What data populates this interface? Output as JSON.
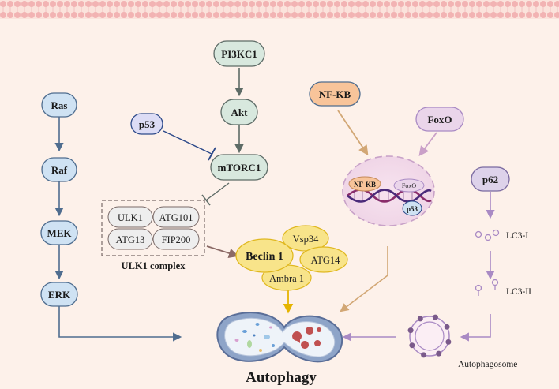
{
  "nodes": {
    "ras": "Ras",
    "raf": "Raf",
    "mek": "MEK",
    "erk": "ERK",
    "pi3kc1": "PI3KC1",
    "akt": "Akt",
    "p53": "p53",
    "mtorc1": "mTORC1",
    "nfkb": "NF-KB",
    "foxo": "FoxO",
    "p62": "p62"
  },
  "ulk1_complex": {
    "items": [
      "ULK1",
      "ATG101",
      "ATG13",
      "FIP200"
    ],
    "label": "ULK1 complex"
  },
  "beclin_complex": {
    "beclin": "Beclin 1",
    "vsp34": "Vsp34",
    "atg14": "ATG14",
    "ambra": "Ambra 1"
  },
  "nucleus": {
    "nfkb": "NF-KB",
    "foxo": "FoxO",
    "p53": "p53"
  },
  "lc3": {
    "lc3_1": "LC3-I",
    "lc3_2": "LC3-II"
  },
  "autophagosome_label": "Autophagosome",
  "autophagy_label": "Autophagy",
  "colors": {
    "background": "#fdf1ea",
    "membrane": "#f2b3b3",
    "blue_node": "#cfe2f3",
    "green_node": "#d8e8de",
    "orange_node": "#f8c49a",
    "pink_node": "#ead5ea",
    "yellow_node": "#f8e48a",
    "purple_arrow": "#a98ac4",
    "gold_arrow": "#d2a775",
    "blue_arrow": "#4f6d8f"
  }
}
